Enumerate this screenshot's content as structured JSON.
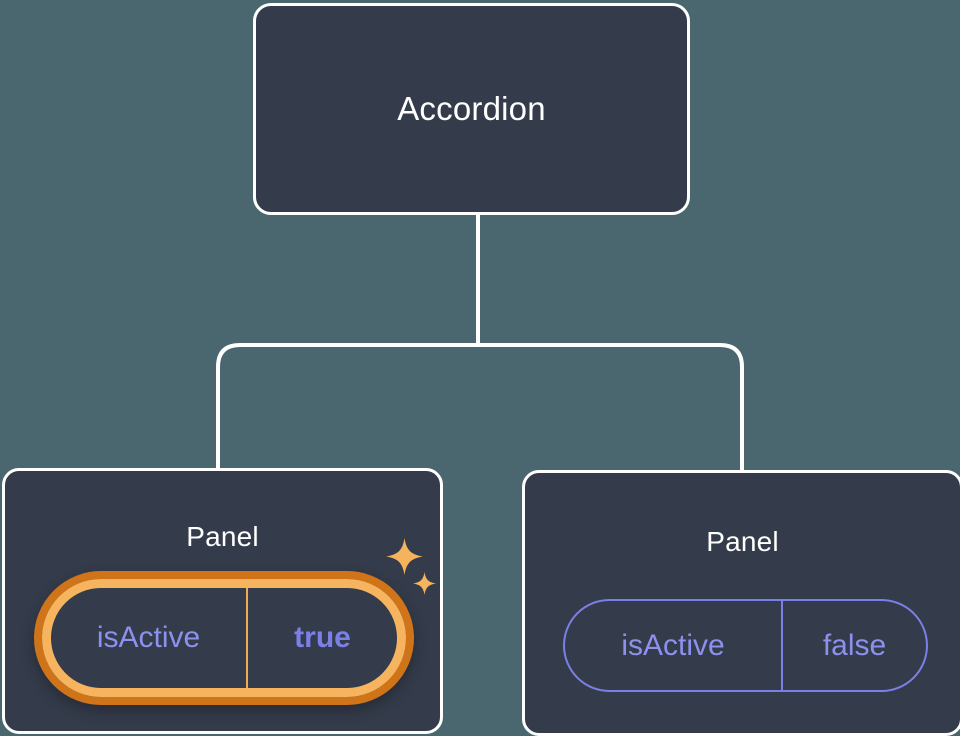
{
  "theme": {
    "page_background": "#4a666f",
    "node_fill": "#343b4a",
    "node_border": "#ffffff",
    "node_text": "#ffffff",
    "prop_text": "#8d91ee",
    "prop_border": "#7b80e8",
    "highlight_outer_ring": "#cf7418",
    "highlight_inner_ring": "#f7b45f",
    "sparkle_color": "#f6b35e"
  },
  "tree": {
    "root": {
      "label": "Accordion"
    },
    "children": [
      {
        "label": "Panel",
        "highlighted": true,
        "prop": {
          "key": "isActive",
          "value": "true"
        },
        "decorations": [
          "sparkle-large-icon",
          "sparkle-small-icon"
        ]
      },
      {
        "label": "Panel",
        "highlighted": false,
        "prop": {
          "key": "isActive",
          "value": "false"
        }
      }
    ]
  }
}
